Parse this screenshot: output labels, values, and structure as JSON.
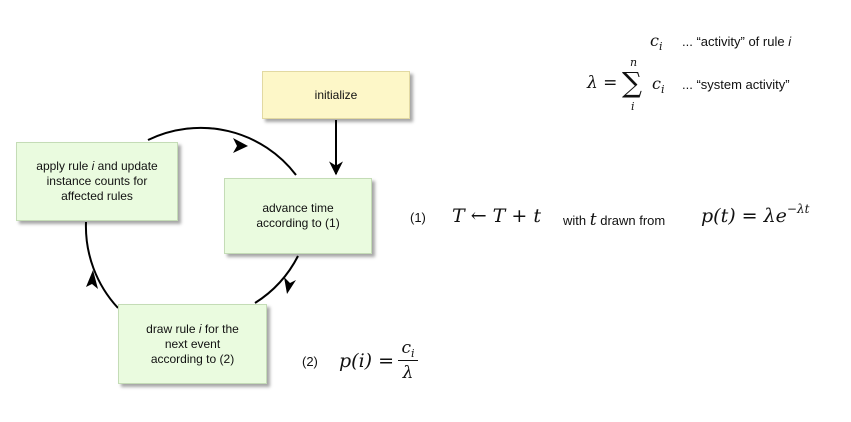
{
  "boxes": {
    "initialize": {
      "lines": [
        "initialize"
      ]
    },
    "advance": {
      "lines": [
        "advance time",
        "according to (1)"
      ]
    },
    "apply": {
      "line1_pre": "apply rule ",
      "line1_var": "i",
      "line1_post": " and update",
      "line2": "instance counts for",
      "line3": "affected rules"
    },
    "draw": {
      "line1_pre": "draw rule ",
      "line1_var": "i",
      "line1_post": " for the",
      "line2": "next event",
      "line3": "according to (2)"
    }
  },
  "definitions": {
    "ci_symbol": "c",
    "ci_sub": "i",
    "ci_desc": "... “activity” of rule ",
    "ci_desc_var": "i",
    "lambda_lhs": "λ =",
    "sum_upper": "n",
    "sum_symbol": "∑",
    "sum_lower": "i",
    "sum_term": "c",
    "sum_term_sub": "i",
    "lambda_desc": "... “system activity”"
  },
  "equation1": {
    "label": "(1)",
    "update": "T ← T + t",
    "with_text": "with",
    "var_t": "t",
    "drawn_text": "drawn from",
    "pdf_lhs": "p(t) = λe",
    "pdf_exp": "−λt"
  },
  "equation2": {
    "label": "(2)",
    "lhs": "p(i) =",
    "numerator": "c",
    "numerator_sub": "i",
    "denominator": "λ"
  }
}
